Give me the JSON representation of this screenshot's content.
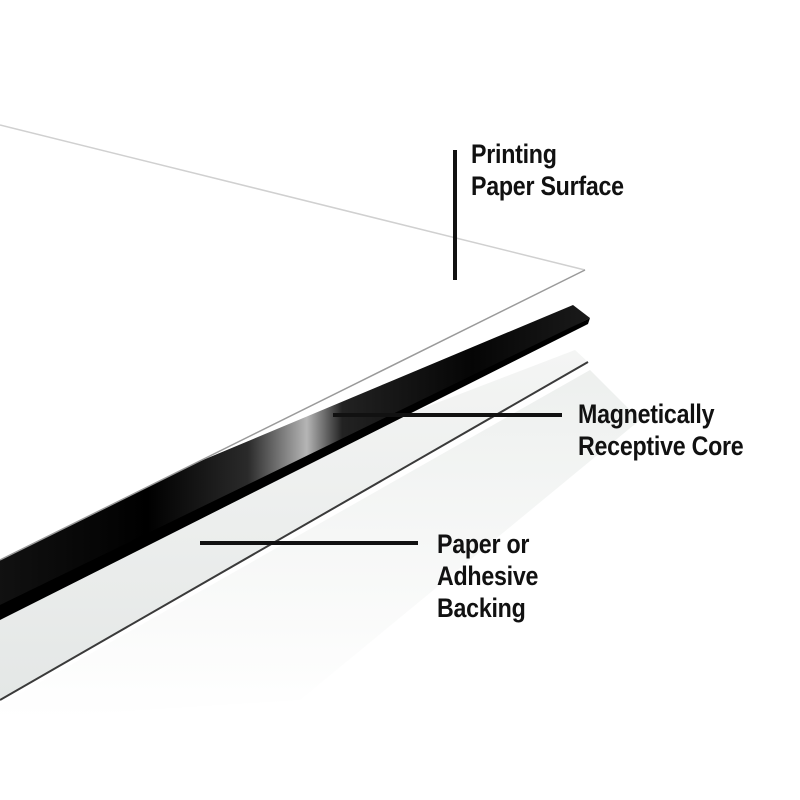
{
  "labels": {
    "printing": [
      "Printing",
      "Paper Surface"
    ],
    "core": [
      "Magnetically",
      "Receptive Core"
    ],
    "backing": [
      "Paper or",
      "Adhesive",
      "Backing"
    ]
  },
  "colors": {
    "text": "#111111",
    "core_dark": "#0a0a0a",
    "core_highlight": "#9a9a9a",
    "backing_face": "#eceeed",
    "backing_edge": "#3a3a3a",
    "paper_face": "#ffffff",
    "leader_line": "#111111"
  }
}
